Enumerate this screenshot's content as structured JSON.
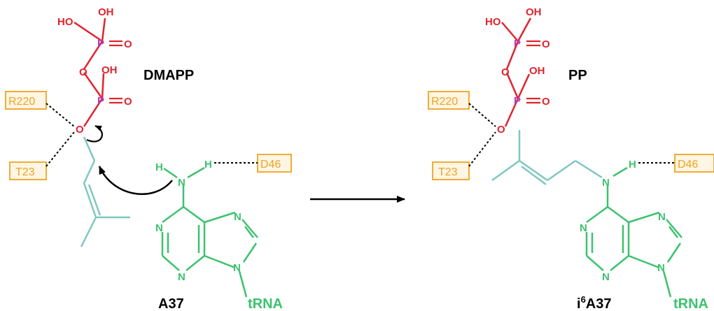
{
  "colors": {
    "phosphate": "#e0242e",
    "phosphorus": "#b53ab8",
    "prenyl": "#7fc8c0",
    "base": "#3cc26f",
    "residue": "#f0a320",
    "arrow": "#000000",
    "text": "#000000"
  },
  "left": {
    "oh1": "HO",
    "oh2": "OH",
    "p1": "P",
    "o1": "O",
    "bridge_o": "O",
    "oh3": "OH",
    "p2": "P",
    "o2": "O",
    "ester_o": "O",
    "name": "DMAPP",
    "res_r220": "R220",
    "res_t23": "T23",
    "res_d46": "D46",
    "h_n": "H",
    "n": "N",
    "h2": "H",
    "ring_n1": "N",
    "ring_n3": "N",
    "ring_n7": "N",
    "ring_n9": "N",
    "base_name": "A37",
    "trna": "tRNA"
  },
  "right": {
    "oh1": "HO",
    "oh2": "OH",
    "p1": "P",
    "o1": "O",
    "bridge_o": "O",
    "oh3": "OH",
    "p2": "P",
    "o2": "O",
    "ester_o": "O",
    "name": "PP",
    "res_r220": "R220",
    "res_t23": "T23",
    "res_d46": "D46",
    "n": "N",
    "h": "H",
    "ring_n1": "N",
    "ring_n3": "N",
    "ring_n7": "N",
    "ring_n9": "N",
    "base_name_prefix": "i",
    "base_name_sup": "6",
    "base_name_suffix": "A37",
    "trna": "tRNA"
  }
}
